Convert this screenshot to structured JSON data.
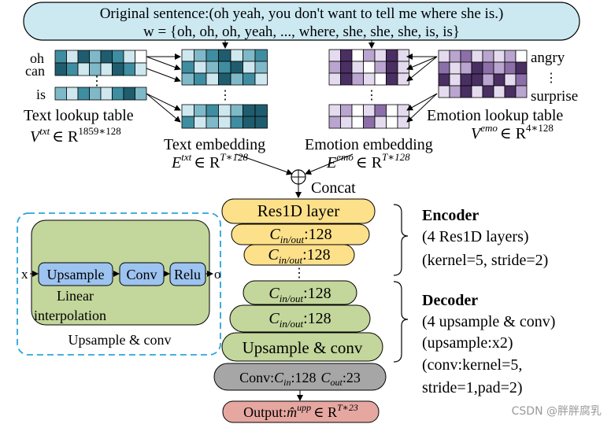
{
  "sentence": {
    "line1": "Original sentence:(oh yeah, you don't want to tell me where she is.)",
    "line2": "w = {oh, oh, oh, yeah,  ...,  where, she, she, she, is, is}"
  },
  "text_lookup": {
    "words": [
      "oh",
      "can",
      "is"
    ],
    "title": "Text lookup table",
    "var": "V",
    "var_sup": "txt",
    "set": "∈ R",
    "dims": "1859∗128"
  },
  "text_embedding": {
    "title": "Text embedding",
    "var": "E",
    "var_sup": "txt",
    "set": "∈ R",
    "dims": "T∗128"
  },
  "emotion_lookup": {
    "words": [
      "angry",
      "surprise"
    ],
    "title": "Emotion lookup table",
    "var": "V",
    "var_sup": "emo",
    "set": "∈ R",
    "dims": "4∗128"
  },
  "emotion_embedding": {
    "title": "Emotion embedding",
    "var": "E",
    "var_sup": "emo",
    "set": "∈ R",
    "dims": "T∗128"
  },
  "concat": {
    "label": "Concat",
    "symbol": "⊕"
  },
  "encoder_stack": {
    "res1d": "Res1D layer",
    "cin_prefix": "C",
    "cin_sub": "in/out",
    "cin_value": ":128"
  },
  "decoder_stack": {
    "upsample": "Upsample & conv"
  },
  "conv_final": {
    "prefix": "Conv:",
    "cin": "C",
    "cin_sub": "in",
    "cin_val": ":128",
    "cout": "C",
    "cout_sub": "out",
    "cout_val": ":23"
  },
  "output": {
    "prefix": "Output:",
    "var": "m̂",
    "sup": "upp",
    "set": "∈ R",
    "dims": "T∗23"
  },
  "encoder_info": {
    "title": "Encoder",
    "line1": "(4 Res1D layers)",
    "line2": "(kernel=5, stride=2)"
  },
  "decoder_info": {
    "title": "Decoder",
    "line1": "(4 upsample & conv)",
    "line2": "(upsample:x2)",
    "line3": "(conv:kernel=5,",
    "line4": "stride=1,pad=2)"
  },
  "upsample_block": {
    "input": "x",
    "output": "o",
    "upsample": "Upsample",
    "conv": "Conv",
    "relu": "Relu",
    "note1": "Linear",
    "note2": "interpolation",
    "caption": "Upsample & conv"
  },
  "watermark": "CSDN @胖胖腐乳",
  "colors": {
    "teal_dark": "#1f5d6e",
    "teal_mid": "#3f8da0",
    "teal_light": "#cfe8ef",
    "purple_dark": "#4a2f63",
    "purple_mid": "#8c6fa8",
    "purple_light": "#e4dcee",
    "gold": "#fde08a",
    "green": "#c3d69b",
    "gray": "#a6a6a6",
    "salmon": "#e6a7a1",
    "blue_box": "#9dc3f0",
    "dashed_border": "#2aa6d8",
    "sentence_fill": "#cce9f2"
  }
}
